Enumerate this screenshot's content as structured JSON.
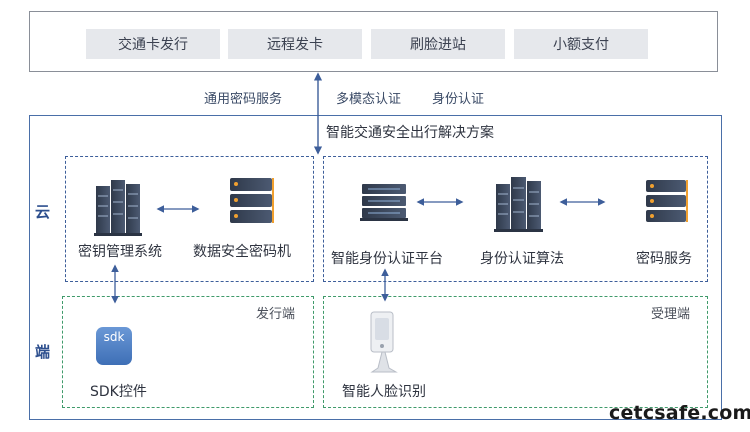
{
  "top": {
    "services": [
      "交通卡发行",
      "远程发卡",
      "刷脸进站",
      "小额支付"
    ]
  },
  "middle": {
    "left_label": "通用密码服务",
    "right_label_1": "多模态认证",
    "right_label_2": "身份认证"
  },
  "main": {
    "title": "智能交通安全出行解决方案",
    "side_cloud": "云",
    "side_terminal": "端",
    "cloud_left": {
      "node1": "密钥管理系统",
      "node2": "数据安全密码机"
    },
    "cloud_right": {
      "node1": "智能身份认证平台",
      "node2": "身份认证算法",
      "node3": "密码服务"
    },
    "terminal_left": {
      "corner": "发行端",
      "icon_text": "sdk",
      "label": "SDK控件"
    },
    "terminal_right": {
      "corner": "受理端",
      "label": "智能人脸识别"
    }
  },
  "watermark": "cetcsafe.com",
  "colors": {
    "frame_blue": "#4a6fa8",
    "dash_blue": "#3d5e9a",
    "dash_green": "#3f9a6a",
    "button_bg": "#e6e8ec",
    "server_dark": "#3e4a5e",
    "server_accent": "#f0a030",
    "sdk_blue": "#4f7fc2"
  }
}
